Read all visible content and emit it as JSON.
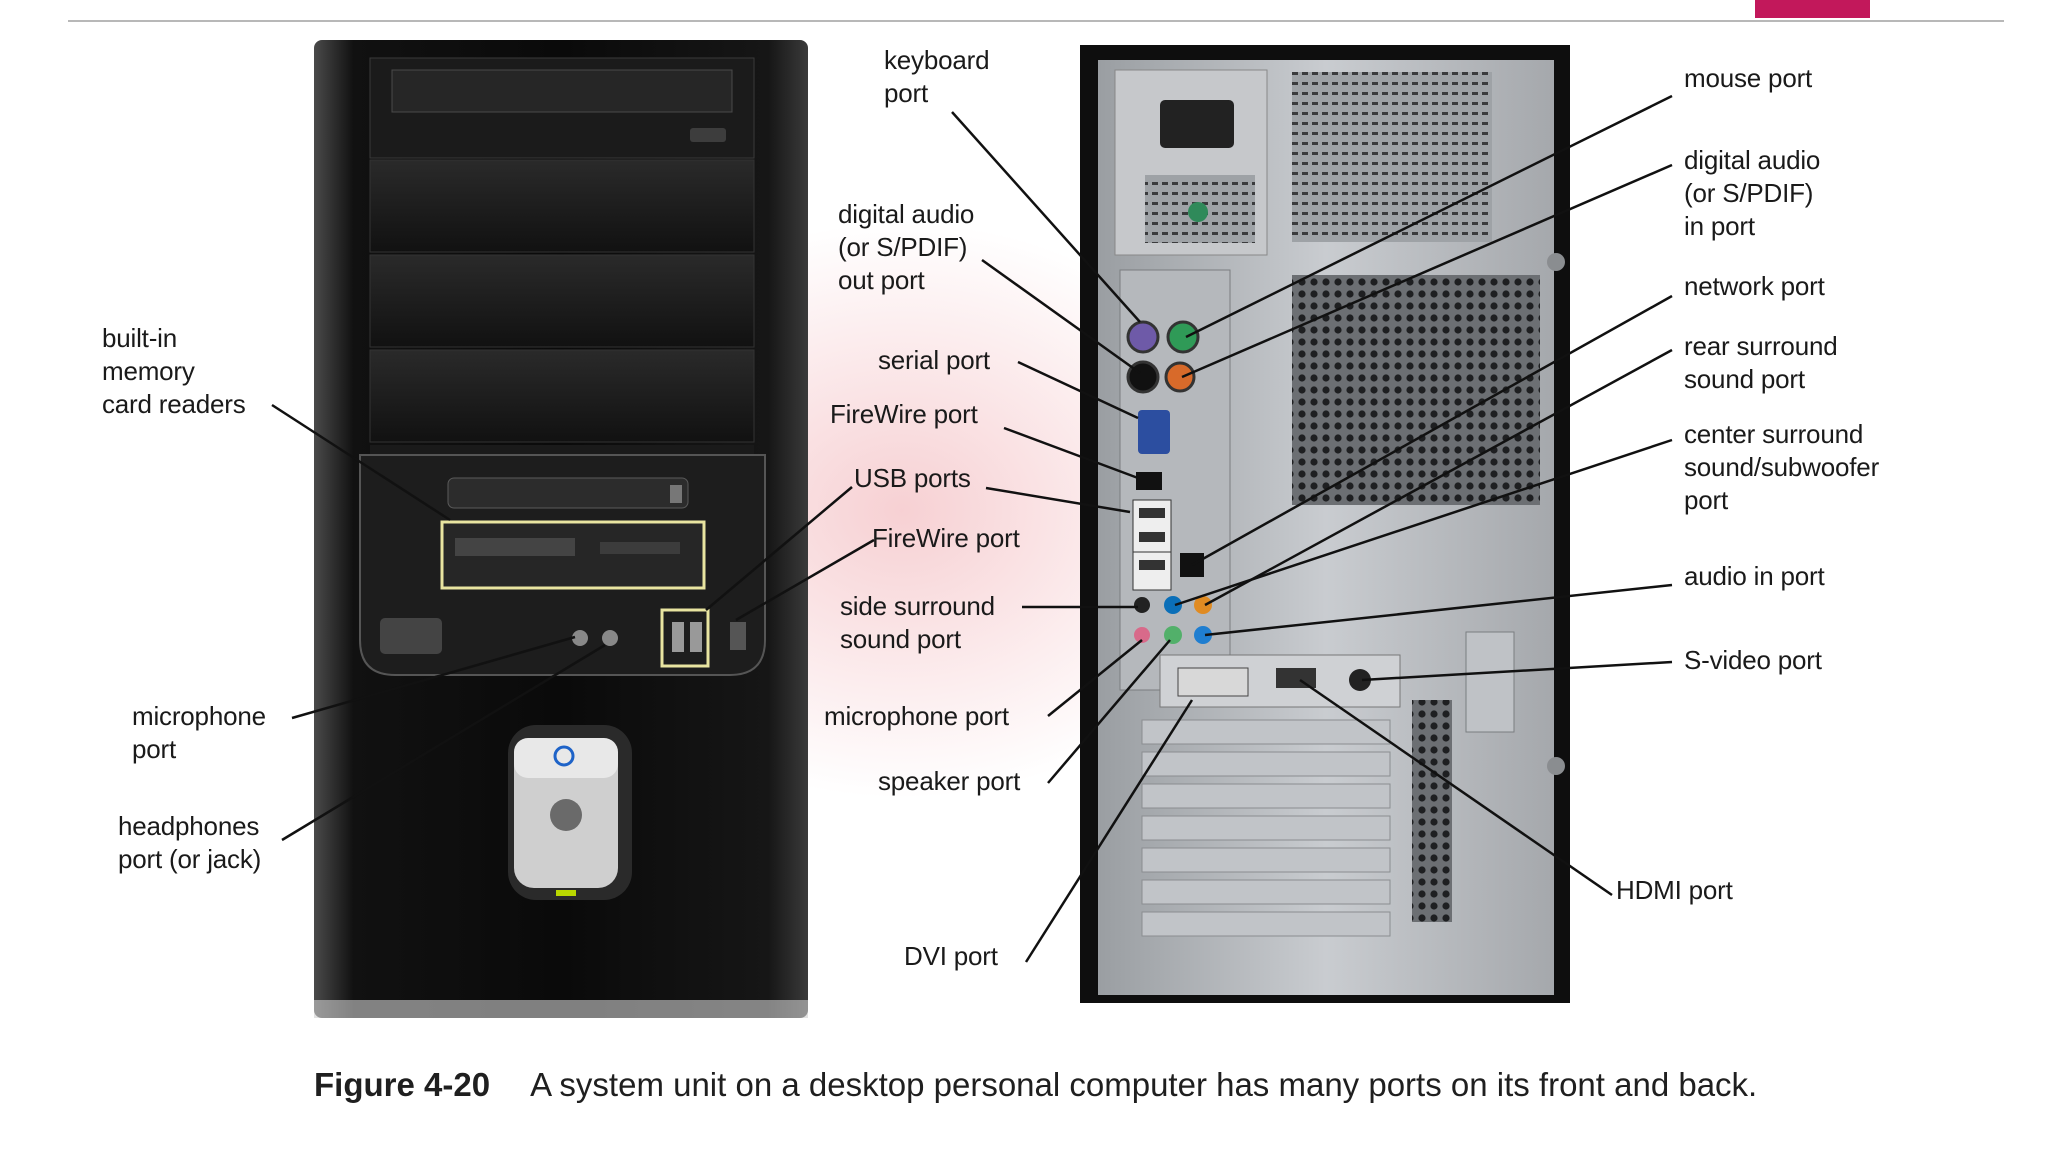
{
  "figure": {
    "number": "Figure 4-20",
    "caption": "A system unit on a desktop personal computer has many ports on its front and back."
  },
  "labels": {
    "card_readers": "built-in\nmemory\ncard readers",
    "front_microphone": "microphone\nport",
    "front_headphones": "headphones\nport (or jack)",
    "keyboard": "keyboard\nport",
    "spdif_out": "digital audio\n(or S/PDIF)\nout port",
    "serial": "serial port",
    "firewire_rear": "FireWire port",
    "usb": "USB ports",
    "firewire_front": "FireWire port",
    "side_surround": "side surround\nsound port",
    "rear_microphone": "microphone port",
    "speaker": "speaker port",
    "dvi": "DVI port",
    "mouse": "mouse port",
    "spdif_in": "digital audio\n(or S/PDIF)\nin port",
    "network": "network port",
    "rear_surround": "rear surround\nsound port",
    "center_surround": "center surround\nsound/subwoofer\nport",
    "audio_in": "audio in port",
    "svideo": "S-video port",
    "hdmi": "HDMI port"
  },
  "colors": {
    "accent": "#c2185b",
    "callout_line": "#e8e4a0",
    "label_text": "#1a1a1a"
  }
}
